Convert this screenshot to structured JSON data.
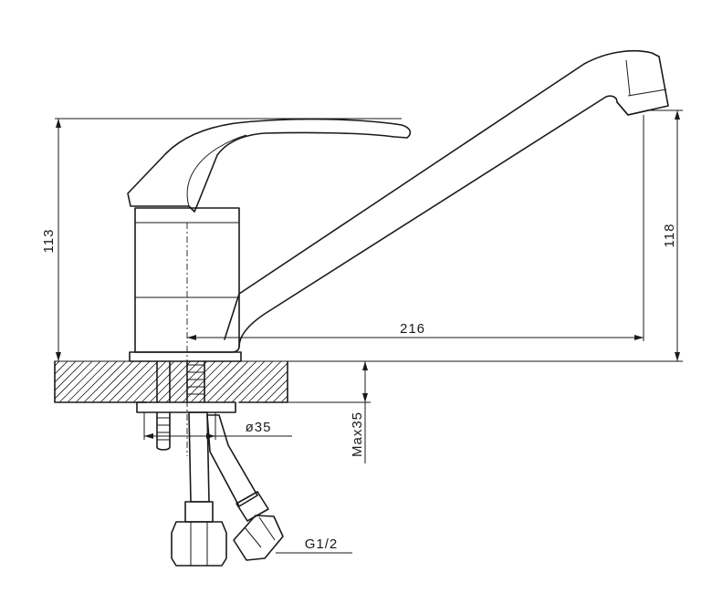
{
  "dimensions": {
    "left_height": "113",
    "right_height": "118",
    "spout_reach": "216",
    "base_diameter": "ø35",
    "max_thickness": "Max35",
    "thread": "G1/2"
  }
}
